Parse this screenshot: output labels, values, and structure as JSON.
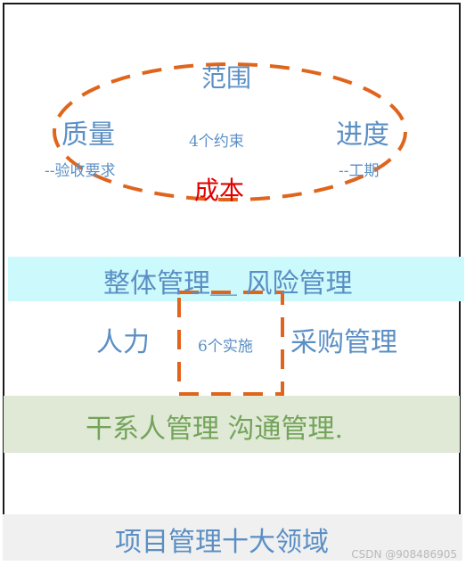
{
  "diagram": {
    "constraints": {
      "scope": "范围",
      "quality": "质量",
      "quality_note": "--验收要求",
      "schedule": "进度",
      "schedule_note": "--工期",
      "cost": "成本",
      "center_label": "4个约束"
    },
    "areas": {
      "integration_risk": "整体管理＿ 风险管理",
      "hr": "人力",
      "procurement": "采购管理",
      "implementation_label": "6个实施",
      "stakeholder_comm": "干系人管理   沟通管理."
    },
    "footer_title": "项目管理十大领域",
    "watermark": "CSDN @908486905",
    "colors": {
      "ellipse_stroke": "#e0651c",
      "text_blue": "#5b8fc4",
      "cost_red": "#e00000",
      "band_cyan": "#ccf9fb",
      "band_green": "#dfe9d6",
      "band_grey": "#f0f0f0"
    }
  }
}
